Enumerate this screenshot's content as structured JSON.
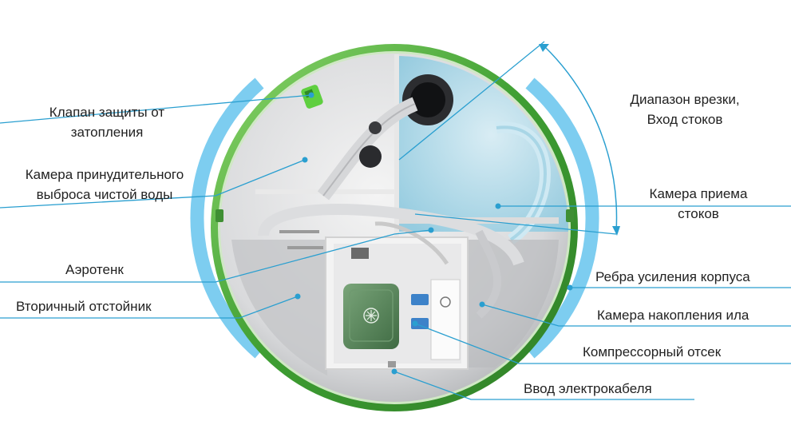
{
  "labels": {
    "klapan": [
      "Клапан защиты от",
      "затопления"
    ],
    "kamera_vybrosa": [
      "Камера принудительного",
      "выброса чистой воды"
    ],
    "aerotenk": "Аэротенк",
    "otstoinik": "Вторичный отстойник",
    "diapazon": [
      "Диапазон врезки,",
      "Вход стоков"
    ],
    "kamera_priema": [
      "Камера приема",
      "стоков"
    ],
    "rebra": "Ребра усиления корпуса",
    "kamera_ila": "Камера накопления ила",
    "kompressor": "Компрессорный отсек",
    "kabel": "Ввод электрокабеля"
  },
  "colors": {
    "shell_green": "#4cae3c",
    "arc_blue": "#7dcdf0",
    "leader": "#2a9fd0",
    "compressor": "#5a8a5a",
    "text": "#222222"
  },
  "icons": [
    "fan-icon",
    "valve-icon"
  ]
}
